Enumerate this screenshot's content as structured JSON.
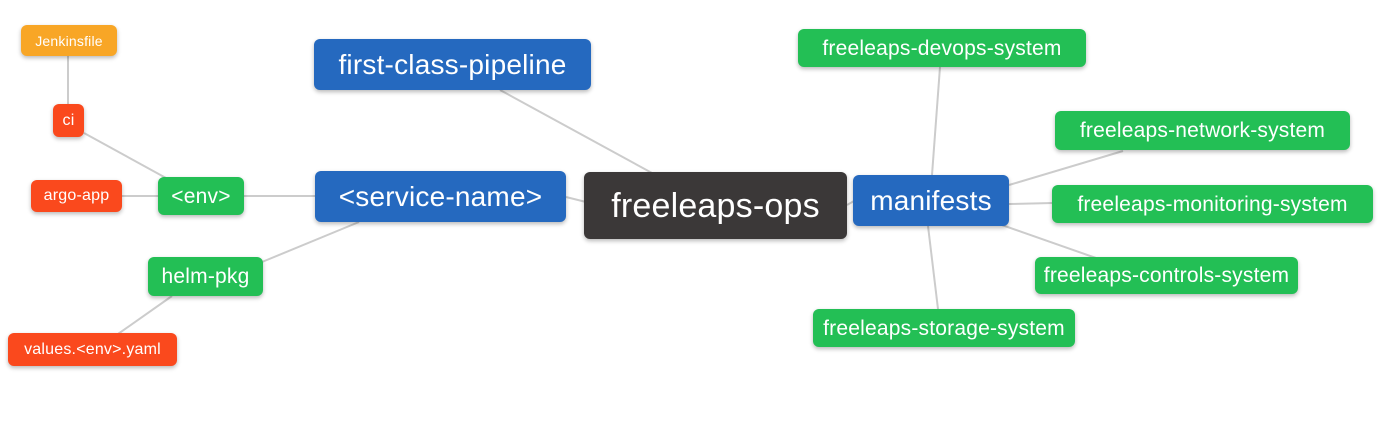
{
  "diagram": {
    "type": "mindmap",
    "root_id": "freeleaps_ops"
  },
  "nodes": {
    "jenkinsfile": {
      "label": "Jenkinsfile",
      "level": "leaf",
      "color": "amber"
    },
    "ci": {
      "label": "ci",
      "level": "leaf",
      "color": "orange_red"
    },
    "argo_app": {
      "label": "argo-app",
      "level": "leaf",
      "color": "orange_red"
    },
    "env": {
      "label": "<env>",
      "level": "child",
      "color": "green"
    },
    "helm_pkg": {
      "label": "helm-pkg",
      "level": "child",
      "color": "green"
    },
    "values_env_yaml": {
      "label": "values.<env>.yaml",
      "level": "leaf",
      "color": "orange_red"
    },
    "first_class_pipeline": {
      "label": "first-class-pipeline",
      "level": "branch",
      "color": "blue"
    },
    "service_name": {
      "label": "<service-name>",
      "level": "branch",
      "color": "blue"
    },
    "freeleaps_ops": {
      "label": "freeleaps-ops",
      "level": "root",
      "color": "dark"
    },
    "manifests": {
      "label": "manifests",
      "level": "branch",
      "color": "blue"
    },
    "devops_system": {
      "label": "freeleaps-devops-system",
      "level": "child",
      "color": "green"
    },
    "network_system": {
      "label": "freeleaps-network-system",
      "level": "child",
      "color": "green"
    },
    "monitoring_system": {
      "label": "freeleaps-monitoring-system",
      "level": "child",
      "color": "green"
    },
    "controls_system": {
      "label": "freeleaps-controls-system",
      "level": "child",
      "color": "green"
    },
    "storage_system": {
      "label": "freeleaps-storage-system",
      "level": "child",
      "color": "green"
    }
  },
  "edges": [
    {
      "from": "jenkinsfile",
      "to": "ci"
    },
    {
      "from": "ci",
      "to": "env"
    },
    {
      "from": "argo_app",
      "to": "env"
    },
    {
      "from": "env",
      "to": "service_name"
    },
    {
      "from": "helm_pkg",
      "to": "service_name"
    },
    {
      "from": "values_env_yaml",
      "to": "helm_pkg"
    },
    {
      "from": "service_name",
      "to": "freeleaps_ops"
    },
    {
      "from": "first_class_pipeline",
      "to": "freeleaps_ops"
    },
    {
      "from": "manifests",
      "to": "freeleaps_ops"
    },
    {
      "from": "devops_system",
      "to": "manifests"
    },
    {
      "from": "network_system",
      "to": "manifests"
    },
    {
      "from": "monitoring_system",
      "to": "manifests"
    },
    {
      "from": "controls_system",
      "to": "manifests"
    },
    {
      "from": "storage_system",
      "to": "manifests"
    }
  ],
  "colors": {
    "dark": "#3B3838",
    "blue": "#2569BF",
    "green": "#23BF55",
    "orange_red": "#FA491D",
    "amber": "#F8A626",
    "edge": "#CCCCCC",
    "text": "#FFFFFF"
  }
}
